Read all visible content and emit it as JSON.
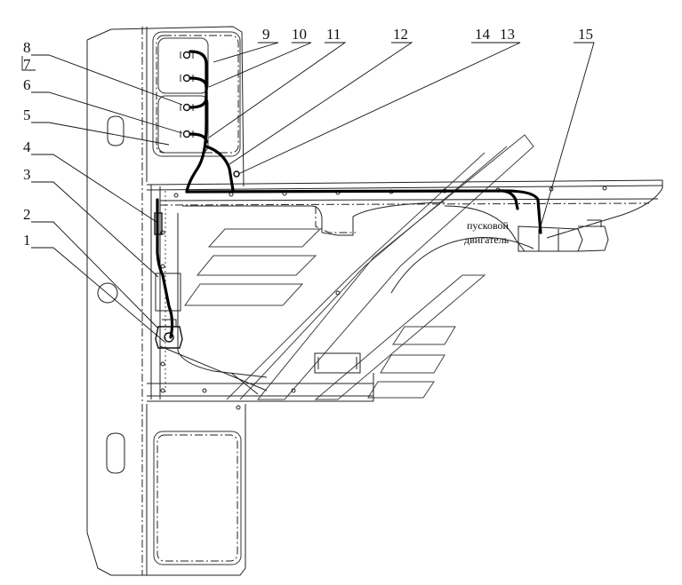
{
  "callouts": [
    {
      "id": "1",
      "label": "1"
    },
    {
      "id": "2",
      "label": "2"
    },
    {
      "id": "3",
      "label": "3"
    },
    {
      "id": "4",
      "label": "4"
    },
    {
      "id": "5",
      "label": "5"
    },
    {
      "id": "6",
      "label": "6"
    },
    {
      "id": "7",
      "label": "7"
    },
    {
      "id": "8",
      "label": "8"
    },
    {
      "id": "9",
      "label": "9"
    },
    {
      "id": "10",
      "label": "10"
    },
    {
      "id": "11",
      "label": "11"
    },
    {
      "id": "12",
      "label": "12"
    },
    {
      "id": "13",
      "label": "13"
    },
    {
      "id": "14",
      "label": "14"
    },
    {
      "id": "15",
      "label": "15"
    }
  ],
  "annotation": {
    "line1": "пусковой",
    "line2": "двигатель"
  }
}
